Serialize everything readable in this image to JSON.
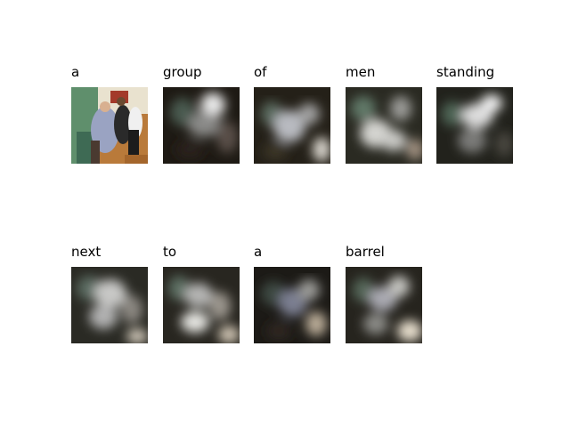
{
  "panels": [
    {
      "word": "a",
      "kind": "original"
    },
    {
      "word": "group",
      "kind": "attention"
    },
    {
      "word": "of",
      "kind": "attention"
    },
    {
      "word": "men",
      "kind": "attention"
    },
    {
      "word": "standing",
      "kind": "attention"
    },
    {
      "word": "next",
      "kind": "attention"
    },
    {
      "word": "to",
      "kind": "attention"
    },
    {
      "word": "a",
      "kind": "attention"
    },
    {
      "word": "barrel",
      "kind": "attention"
    }
  ]
}
